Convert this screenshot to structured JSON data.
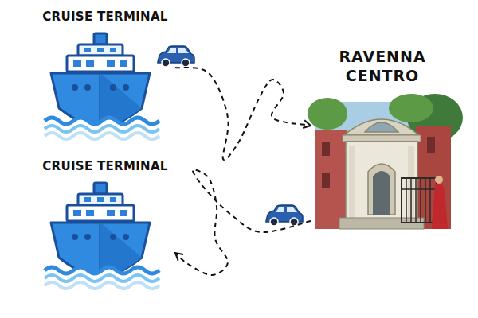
{
  "diagram": {
    "nodes": [
      {
        "text": [
          "CRUISE TERMINAL"
        ]
      },
      {
        "text": [
          "RAVENNA CENTRO"
        ]
      },
      {
        "text": [
          "CRUISE TERMINAL"
        ]
      }
    ],
    "edges": [
      {
        "from": 0,
        "to": 1,
        "arrow": "to"
      },
      {
        "from": 1,
        "to": 2,
        "arrow": "to"
      }
    ]
  }
}
